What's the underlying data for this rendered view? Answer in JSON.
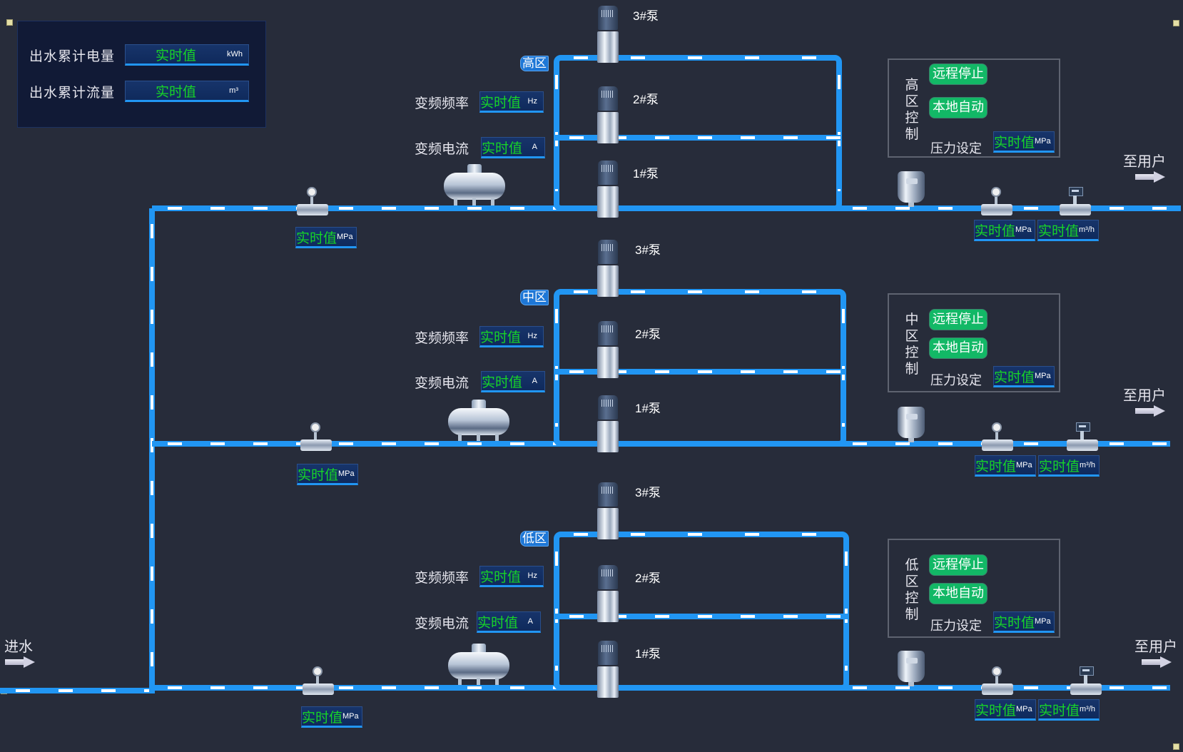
{
  "summary": {
    "rows": [
      {
        "label": "出水累计电量",
        "value": "实时值",
        "unit": "kWh"
      },
      {
        "label": "出水累计流量",
        "value": "实时值",
        "unit": "m³"
      }
    ]
  },
  "inlet": {
    "label": "进水"
  },
  "zones": [
    {
      "key": "high",
      "tag": "高区",
      "pumps": [
        "3#泵",
        "2#泵",
        "1#泵"
      ],
      "freq": {
        "label": "变频频率",
        "value": "实时值",
        "unit": "Hz"
      },
      "current": {
        "label": "变频电流",
        "value": "实时值",
        "unit": "A"
      },
      "inlet_pressure": {
        "value": "实时值",
        "unit": "MPa"
      },
      "control": {
        "title": "高区控制",
        "remote_stop": "远程停止",
        "local_auto": "本地自动",
        "pressure_label": "压力设定",
        "pressure_value": "实时值",
        "pressure_unit": "MPa"
      },
      "outlet_pressure": {
        "value": "实时值",
        "unit": "MPa"
      },
      "outlet_flow": {
        "value": "实时值",
        "unit": "m³/h"
      },
      "dest": "至用户"
    },
    {
      "key": "mid",
      "tag": "中区",
      "pumps": [
        "3#泵",
        "2#泵",
        "1#泵"
      ],
      "freq": {
        "label": "变频频率",
        "value": "实时值",
        "unit": "Hz"
      },
      "current": {
        "label": "变频电流",
        "value": "实时值",
        "unit": "A"
      },
      "inlet_pressure": {
        "value": "实时值",
        "unit": "MPa"
      },
      "control": {
        "title": "中区控制",
        "remote_stop": "远程停止",
        "local_auto": "本地自动",
        "pressure_label": "压力设定",
        "pressure_value": "实时值",
        "pressure_unit": "MPa"
      },
      "outlet_pressure": {
        "value": "实时值",
        "unit": "MPa"
      },
      "outlet_flow": {
        "value": "实时值",
        "unit": "m³/h"
      },
      "dest": "至用户"
    },
    {
      "key": "low",
      "tag": "低区",
      "pumps": [
        "3#泵",
        "2#泵",
        "1#泵"
      ],
      "freq": {
        "label": "变频频率",
        "value": "实时值",
        "unit": "Hz"
      },
      "current": {
        "label": "变频电流",
        "value": "实时值",
        "unit": "A"
      },
      "inlet_pressure": {
        "value": "实时值",
        "unit": "MPa"
      },
      "control": {
        "title": "低区控制",
        "remote_stop": "远程停止",
        "local_auto": "本地自动",
        "pressure_label": "压力设定",
        "pressure_value": "实时值",
        "pressure_unit": "MPa"
      },
      "outlet_pressure": {
        "value": "实时值",
        "unit": "MPa"
      },
      "outlet_flow": {
        "value": "实时值",
        "unit": "m³/h"
      },
      "dest": "至用户"
    }
  ],
  "colors": {
    "background": "#272c3a",
    "pipe": "#2196f3",
    "value_text": "#17d428",
    "button_green": "#12b866"
  }
}
